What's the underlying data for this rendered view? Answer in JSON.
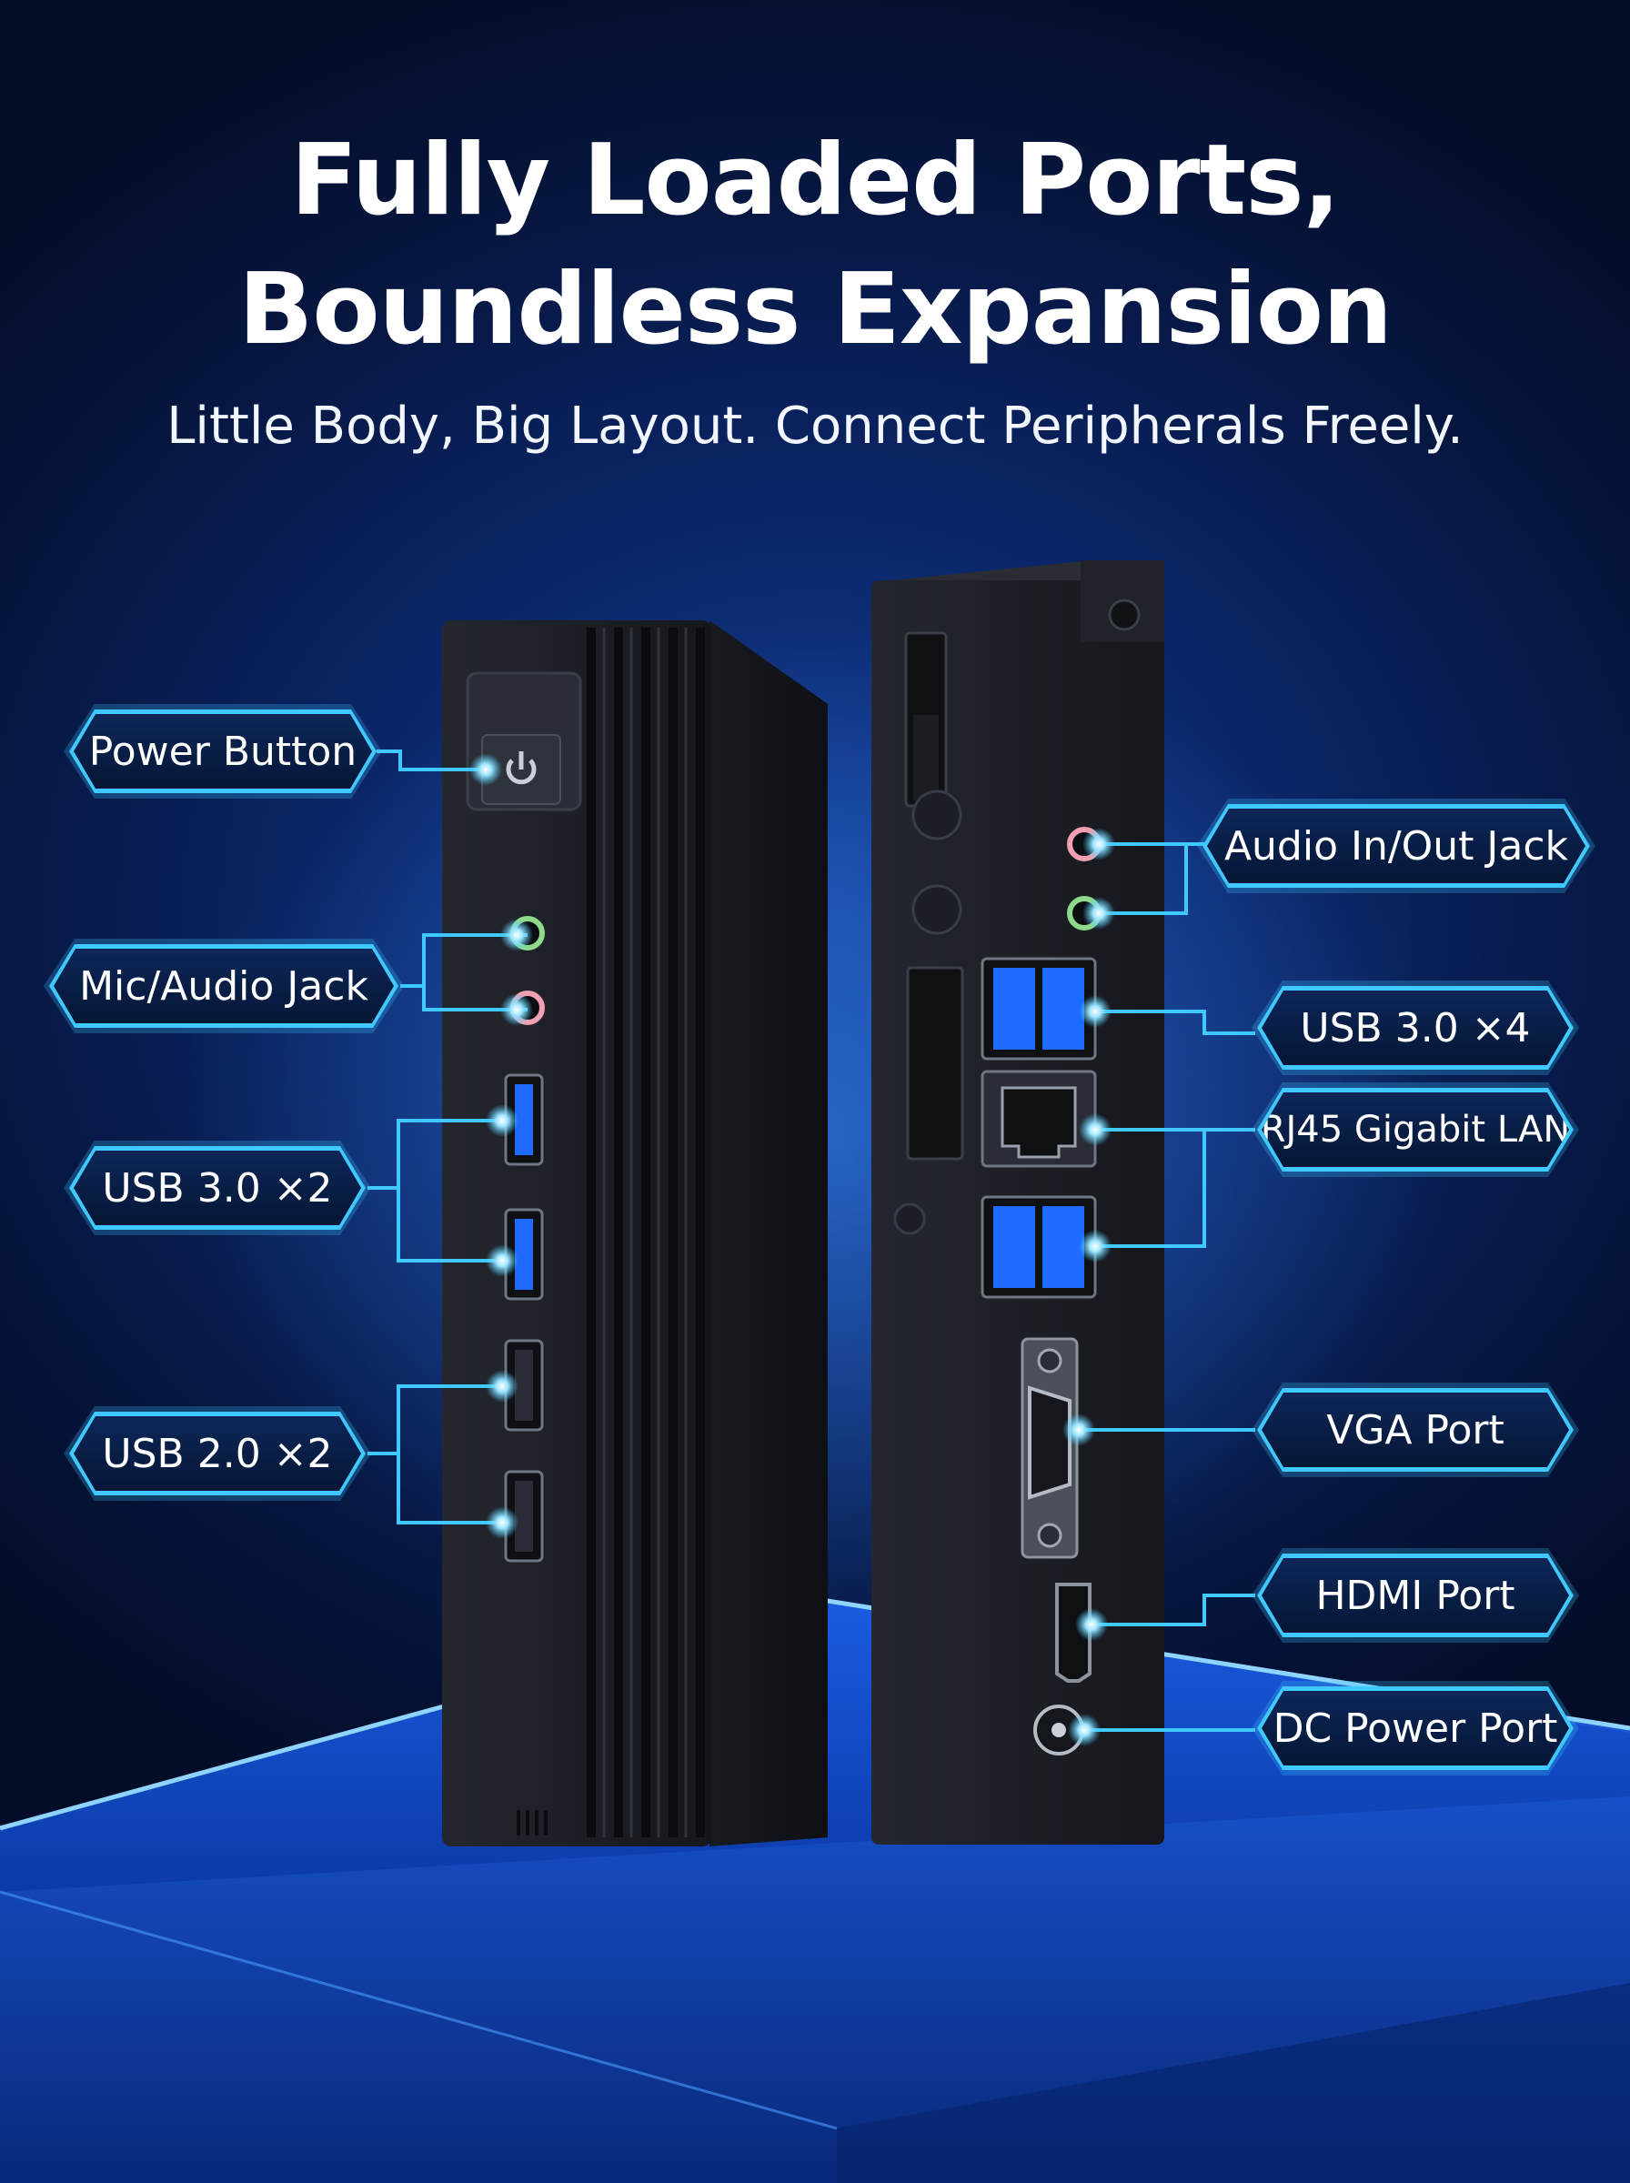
{
  "headline": {
    "line1": "Fully Loaded Ports,",
    "line2": "Boundless Expansion",
    "subtitle": "Little Body, Big Layout. Connect Peripherals Freely."
  },
  "front_labels": {
    "power_button": "Power Button",
    "mic_audio": "Mic/Audio Jack",
    "usb30": "USB 3.0 ×2",
    "usb20": "USB 2.0 ×2"
  },
  "rear_labels": {
    "audio_in_out": "Audio In/Out Jack",
    "usb30": "USB 3.0 ×4",
    "rj45": "RJ45 Gigabit LAN",
    "vga": "VGA Port",
    "hdmi": "HDMI Port",
    "dc_power": "DC Power Port"
  },
  "colors": {
    "accent": "#3fc9ff",
    "chassis": "#1c1e24",
    "usb30_blue": "#1f6bff",
    "audio_green": "#8fd98a",
    "audio_pink": "#f0a0b0"
  }
}
